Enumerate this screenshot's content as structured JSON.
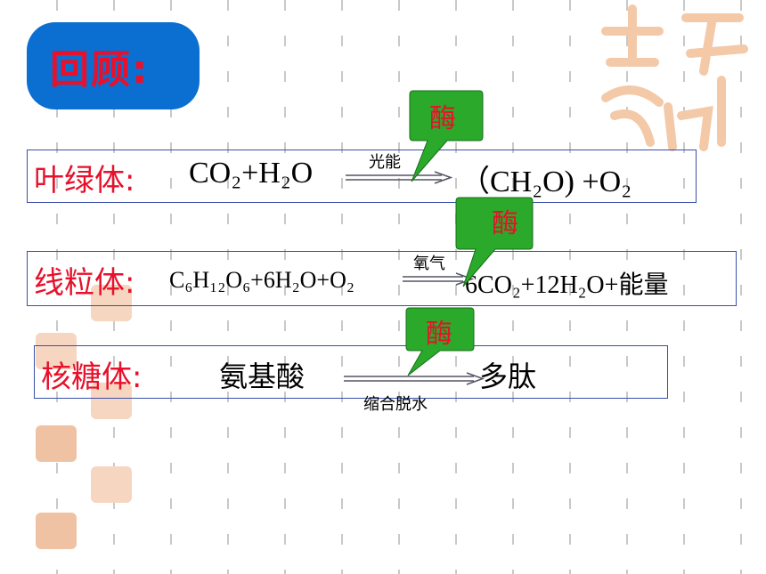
{
  "title": "回顾:",
  "enzyme_label": "酶",
  "colors": {
    "title_bg": "#0a6fd0",
    "title_text": "#e8102a",
    "organelle_text": "#e8102a",
    "callout_fill": "#2aa92a",
    "callout_text": "#e8102a",
    "box_border": "#3a4fa8"
  },
  "watermark_icon": "jixiang-seal-icon",
  "rows": [
    {
      "organelle": "叶绿体:",
      "left": "CO₂+H₂O",
      "condition": "光能",
      "right": "（CH₂O) +O₂"
    },
    {
      "organelle": "线粒体:",
      "left": "C₆H₁₂O₆+6H₂O+O₂",
      "condition": "氧气",
      "right": "6CO₂+12H₂O+能量"
    },
    {
      "organelle": "核糖体:",
      "left": "氨基酸",
      "condition": "缩合脱水",
      "right": "多肽"
    }
  ]
}
